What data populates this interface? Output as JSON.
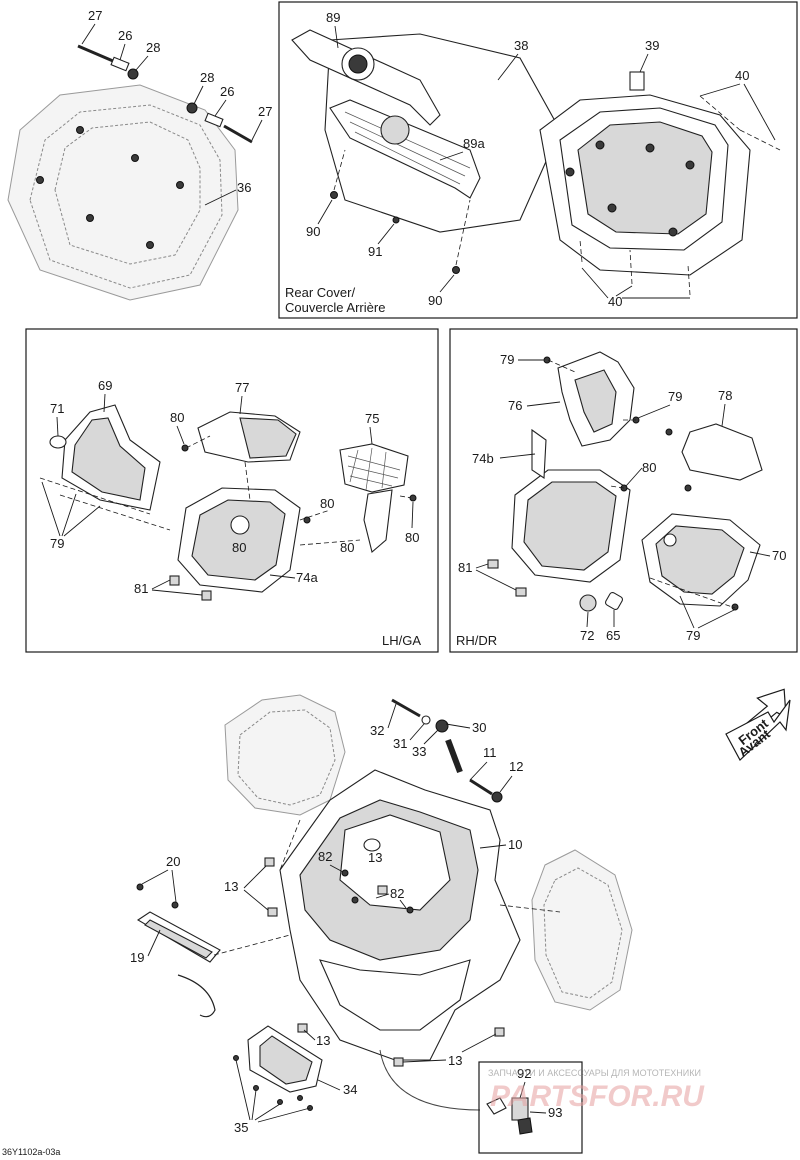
{
  "diagram_id": "36Y1102a-03a",
  "panels": {
    "rear_cover": {
      "title_line1": "Rear Cover/",
      "title_line2": "Couvercle Arrière"
    },
    "lh": {
      "label": "LH/GA"
    },
    "rh": {
      "label": "RH/DR"
    }
  },
  "front_arrow": {
    "line1": "Front",
    "line2": "Avant"
  },
  "watermark": {
    "line1": "ЗАПЧАСТИ И АКСЕССУАРЫ ДЛЯ МОТОТЕХНИКИ",
    "logo": "PARTSFOR.RU"
  },
  "callouts": {
    "top_left": [
      "27",
      "26",
      "28",
      "28",
      "26",
      "27",
      "36"
    ],
    "rear_cover": [
      "89",
      "38",
      "39",
      "40",
      "89a",
      "90",
      "91",
      "90",
      "40"
    ],
    "lh": [
      "69",
      "77",
      "71",
      "80",
      "75",
      "80",
      "79",
      "80",
      "80",
      "80",
      "81",
      "74a"
    ],
    "rh": [
      "79",
      "76",
      "79",
      "78",
      "74b",
      "80",
      "81",
      "70",
      "72",
      "65",
      "79"
    ],
    "main": [
      "32",
      "30",
      "31",
      "33",
      "11",
      "12",
      "10",
      "82",
      "13",
      "20",
      "13",
      "82",
      "19",
      "13",
      "13",
      "34",
      "35",
      "92",
      "93"
    ]
  }
}
